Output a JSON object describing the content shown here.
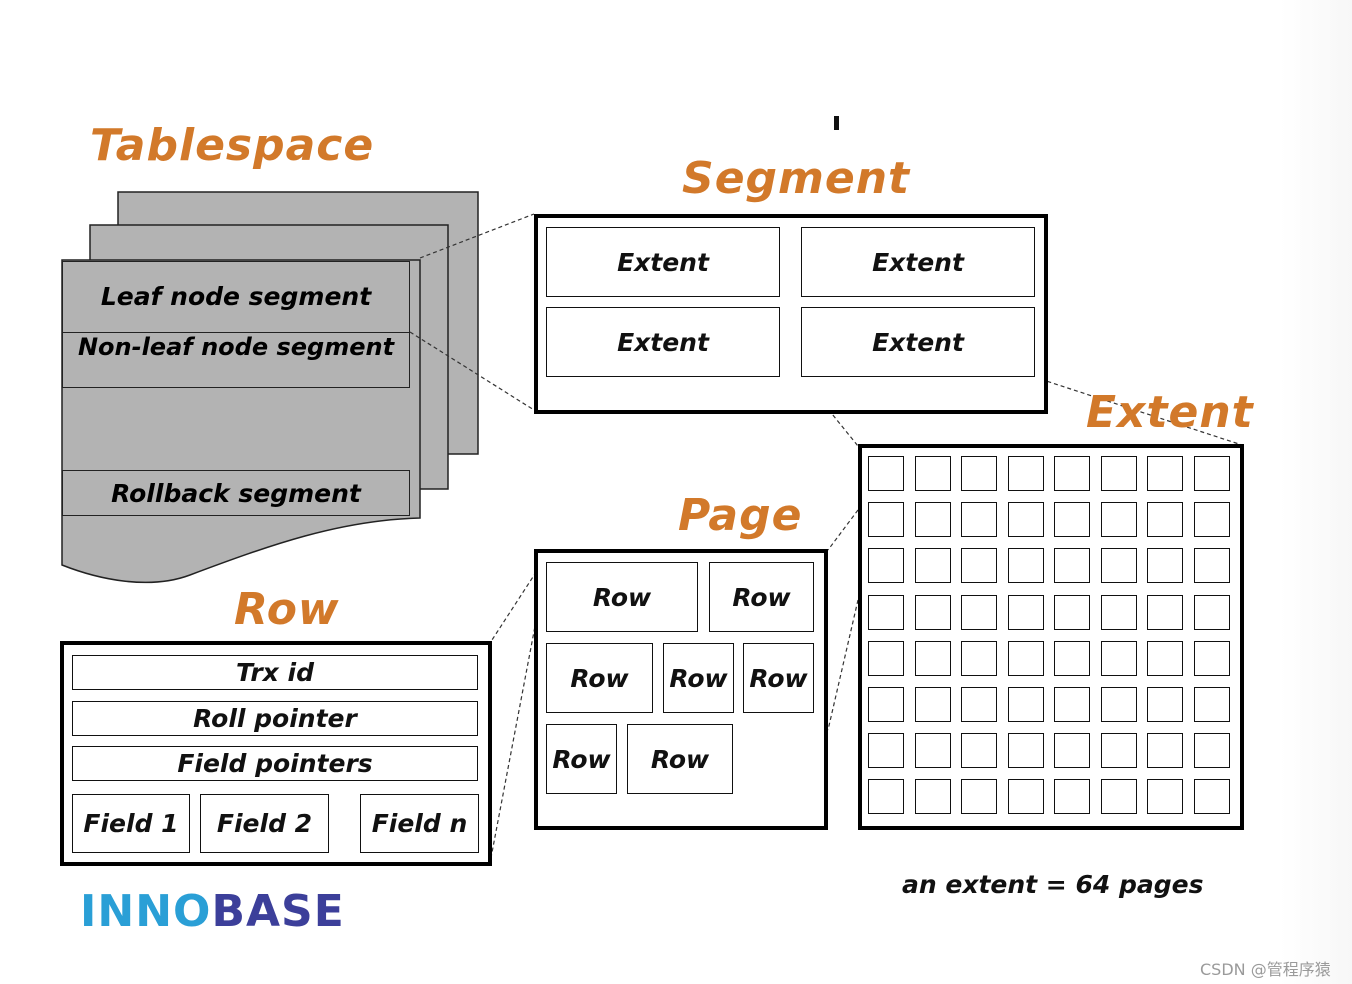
{
  "titles": {
    "tablespace": "Tablespace",
    "segment": "Segment",
    "extent": "Extent",
    "page": "Page",
    "row": "Row"
  },
  "tablespace": {
    "segments": [
      "Leaf node segment",
      "Non-leaf node segment",
      "Rollback segment"
    ]
  },
  "segment": {
    "extents": [
      "Extent",
      "Extent",
      "Extent",
      "Extent"
    ]
  },
  "page": {
    "rows": [
      "Row",
      "Row",
      "Row",
      "Row",
      "Row",
      "Row",
      "Row"
    ]
  },
  "row": {
    "fields": [
      "Trx id",
      "Roll pointer",
      "Field pointers"
    ],
    "data_fields": [
      "Field 1",
      "Field 2",
      "Field n"
    ]
  },
  "extent": {
    "grid_rows": 8,
    "grid_cols": 8,
    "caption": "an extent = 64 pages"
  },
  "logo": {
    "part1": "INNO",
    "part2": "BASE"
  },
  "watermark": "CSDN @管程序猿",
  "colors": {
    "title": "#d2792a",
    "tablespace_fill": "#b3b3b3",
    "logo_inno": "#2a9fd6",
    "logo_base": "#3c3f9a"
  }
}
